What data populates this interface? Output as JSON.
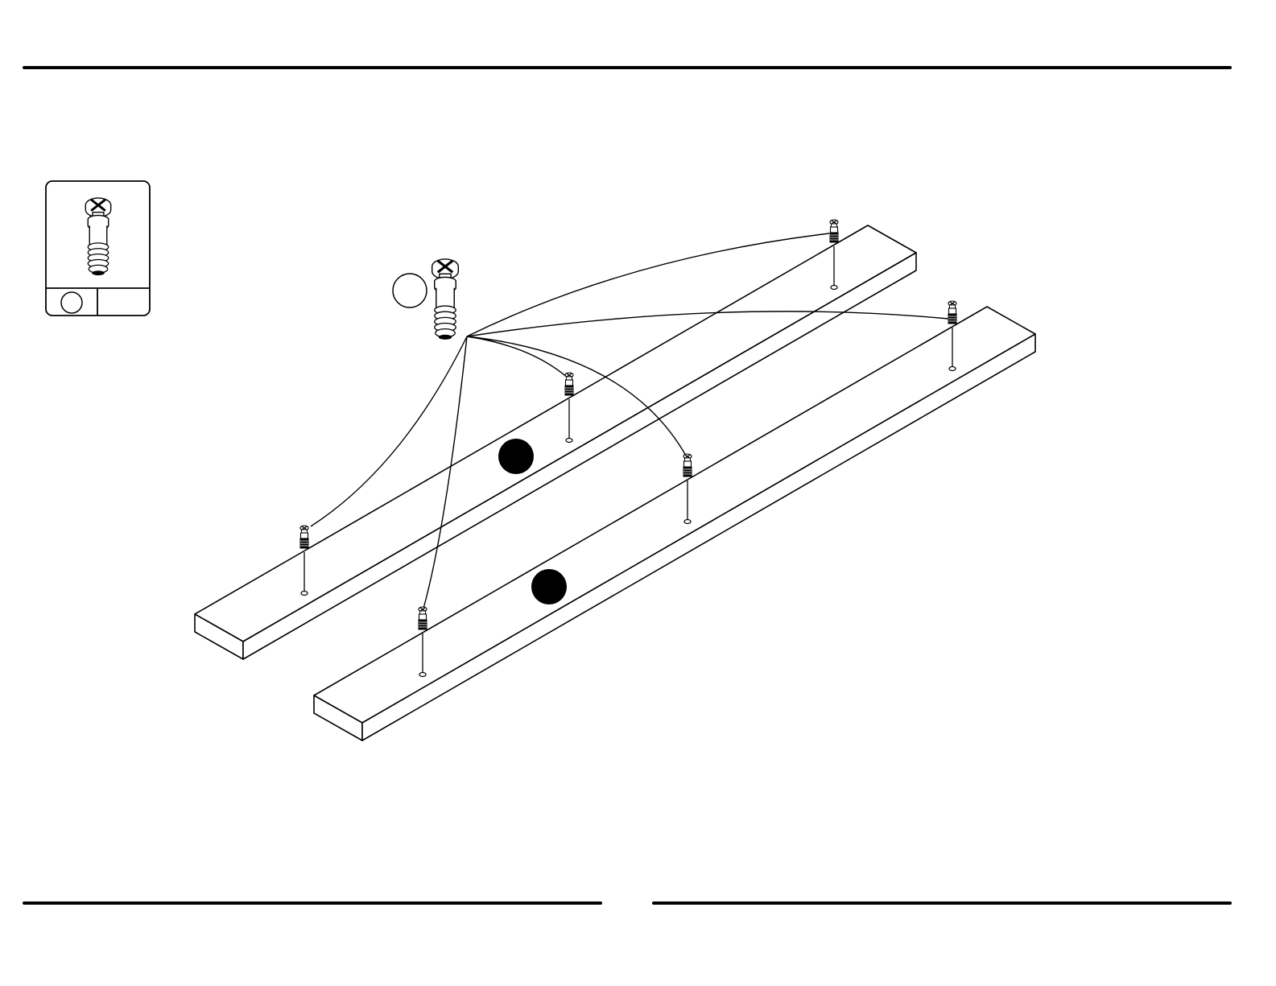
{
  "header": {
    "rule_color": "#000000"
  },
  "hardware_box": {
    "part_icon": "cam-bolt-icon",
    "part_id_label": "",
    "quantity_label": ""
  },
  "callout": {
    "part_id_label": "",
    "part_icon": "cam-bolt-icon"
  },
  "panels": [
    {
      "name": "panel-a",
      "marker_label": "",
      "marker_color": "#000000"
    },
    {
      "name": "panel-b",
      "marker_label": "",
      "marker_color": "#000000"
    }
  ],
  "bolts": {
    "count": 6,
    "icon": "cam-bolt-icon"
  },
  "footer": {
    "left_rule": true,
    "right_rule": true
  }
}
